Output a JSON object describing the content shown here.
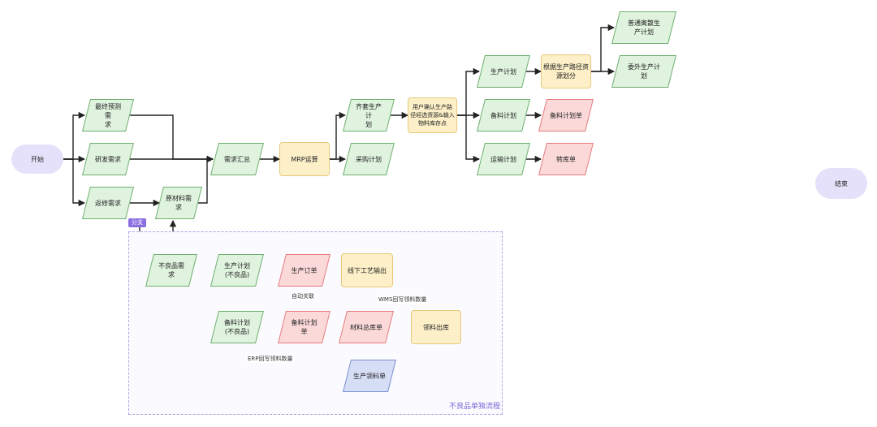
{
  "colors": {
    "start_fill": "#e6e1fb",
    "data_fill": "#dff3df",
    "order_fill": "#fbd9d9",
    "material_fill": "#d6def6",
    "process_fill": "#fdf0c8",
    "group_border": "#b6a2e6"
  },
  "nodes": {
    "start": "开始",
    "end": "结束",
    "final_forecast": "最终预测需\n求",
    "rd_demand": "研发需求",
    "repair_demand": "返修需求",
    "raw_material_demand": "原材料需求",
    "demand_summary": "需求汇总",
    "mrp": "MRP运算",
    "production_plan_complete": "齐套生产计\n划",
    "purchase_plan": "采购计划",
    "confirm_path": "用户确认生产路\n径经选资源&输入\n物料库存点",
    "production_plan": "生产计划",
    "material_plan": "备料计划",
    "transport_plan": "运输计划",
    "split_by_path": "根据生产路径资\n源划分",
    "general_discrete_plan": "普通离散生\n产计划",
    "outsourced_plan": "委外生产计\n划",
    "material_plan_doc": "备料计划单",
    "transfer_doc": "转库单",
    "defect_demand": "不良品需求",
    "defect_production_plan": "生产计划\n(不良品)",
    "production_order": "生产订单",
    "offline_process": "线下工艺输出",
    "defect_material_plan": "备料计划\n(不良品)",
    "material_plan_doc_2": "备料计划单",
    "material_transfer_doc": "材料总库单",
    "material_issue": "领料出库",
    "production_pick_doc": "生产领料单"
  },
  "labels": {
    "group_tag": "分支",
    "group_title": "不良品单独流程",
    "auto_link": "自动关联",
    "wms_return": "WMS回写领料数量",
    "erp_return": "ERP回写领料数量"
  }
}
